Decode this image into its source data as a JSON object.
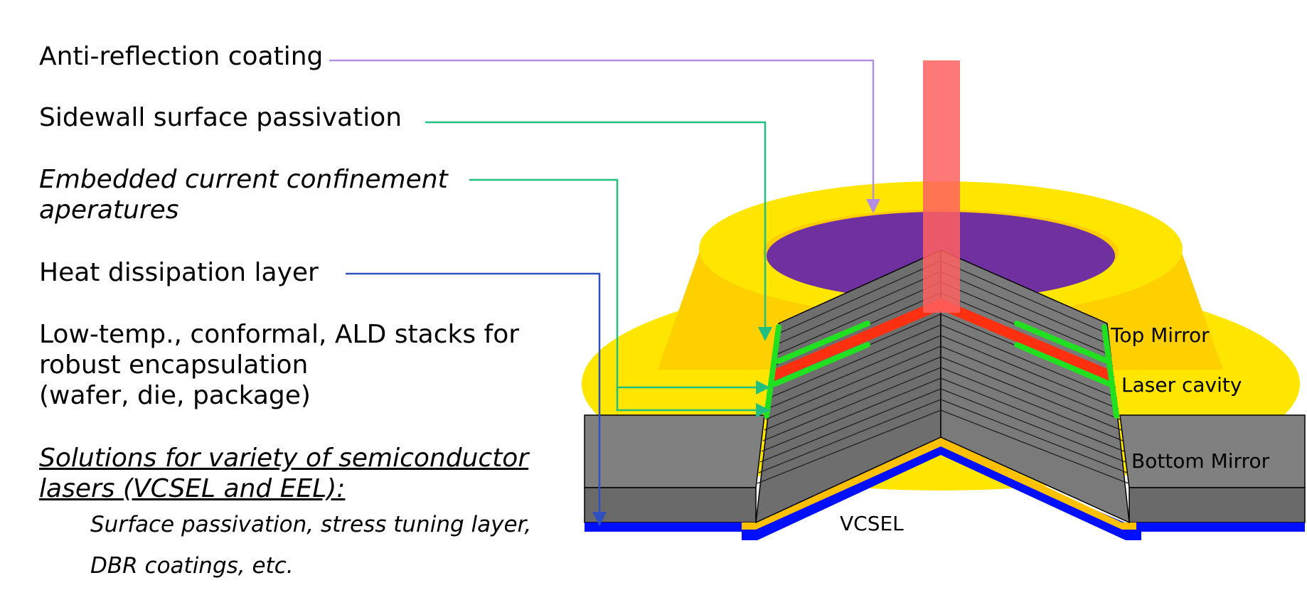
{
  "labels": {
    "anti_reflection": "Anti-reflection coating",
    "sidewall": "Sidewall surface passivation",
    "embedded_line1": "Embedded current confinement",
    "embedded_line2": "aperatures",
    "heat": "Heat dissipation layer",
    "ald_line1": "Low-temp., conformal, ALD stacks for",
    "ald_line2": "robust encapsulation",
    "ald_line3": "(wafer, die, package)",
    "solutions_line1": "Solutions for variety of semiconductor",
    "solutions_line2": "lasers (VCSEL and EEL):",
    "sub_line1": "Surface passivation, stress tuning layer,",
    "sub_line2": "DBR coatings, etc."
  },
  "device_labels": {
    "top_mirror": "Top Mirror",
    "laser_cavity": "Laser cavity",
    "bottom_mirror": "Bottom Mirror",
    "vcsel": "VCSEL"
  },
  "colors": {
    "anti_reflection_line": "#b48ee0",
    "passivation_line": "#20c080",
    "heat_line": "#3050c0",
    "gold": "#ffe600",
    "gold_dark": "#ffd000",
    "purple": "#7030a0",
    "beam": "#ff6060",
    "mirror_gray": "#7a7a7a",
    "cavity_red": "#ff3010",
    "coating_green": "#20e020",
    "base_blue": "#0010ff"
  }
}
